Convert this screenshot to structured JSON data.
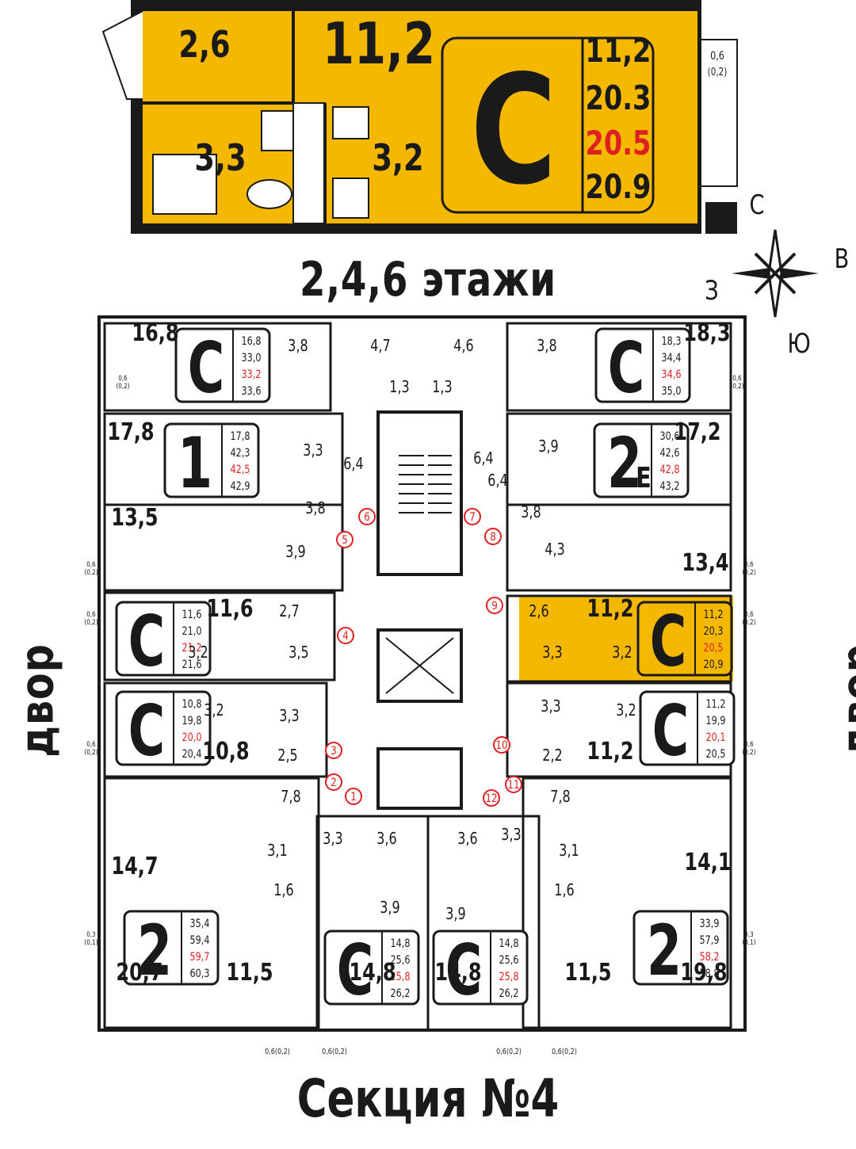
{
  "colors": {
    "highlight": "#f5b800",
    "wall": "#1a1a1a",
    "red_text": "#e02020"
  },
  "featured": {
    "type": "C",
    "rooms": {
      "hall": "2,6",
      "living": "11,2",
      "bath": "3,3",
      "kitchen": "3,2",
      "balcony": "0,6",
      "balcony_sub": "(0,2)"
    },
    "areas": [
      "11,2",
      "20.3",
      "20.5",
      "20.9"
    ]
  },
  "compass": {
    "north": "С",
    "east": "В",
    "west": "З",
    "south": "Ю"
  },
  "floor_title": "2,4,6 этажи",
  "section_title": "Секция №4",
  "yard": "двор",
  "apartments": [
    {
      "id": "a1",
      "type": "C",
      "areas": [
        "16,8",
        "33,0",
        "33,2",
        "33,6"
      ],
      "rooms": [
        "16,8",
        "3,8",
        "4,7",
        "1,3"
      ]
    },
    {
      "id": "a2",
      "type": "C",
      "areas": [
        "18,3",
        "34,4",
        "34,6",
        "35,0"
      ],
      "rooms": [
        "18,3",
        "3,8",
        "4,6",
        "1,3"
      ]
    },
    {
      "id": "a3",
      "type": "1",
      "areas": [
        "17,8",
        "42,3",
        "42,5",
        "42,9"
      ],
      "rooms": [
        "17,8",
        "3,3",
        "6,4",
        "13,5",
        "3,8",
        "3,9"
      ]
    },
    {
      "id": "a4",
      "type": "2",
      "type_suffix": "Е",
      "areas": [
        "30,6",
        "42,6",
        "42,8",
        "43,2"
      ],
      "rooms": [
        "17,2",
        "3,9",
        "6,4",
        "6,4",
        "3,8",
        "4,3",
        "13,4"
      ]
    },
    {
      "id": "a5",
      "type": "C",
      "areas": [
        "11,6",
        "21,0",
        "21,2",
        "21,6"
      ],
      "rooms": [
        "11,6",
        "2,7",
        "3,2",
        "3,5"
      ]
    },
    {
      "id": "a6",
      "type": "C",
      "areas": [
        "11,2",
        "20,3",
        "20,5",
        "20,9"
      ],
      "rooms": [
        "2,6",
        "11,2",
        "3,3",
        "3,2"
      ]
    },
    {
      "id": "a7",
      "type": "C",
      "areas": [
        "10,8",
        "19,8",
        "20,0",
        "20,4"
      ],
      "rooms": [
        "3,2",
        "3,3",
        "10,8",
        "2,5"
      ]
    },
    {
      "id": "a8",
      "type": "C",
      "areas": [
        "11,2",
        "19,9",
        "20,1",
        "20,5"
      ],
      "rooms": [
        "3,3",
        "3,2",
        "11,2",
        "2,2"
      ]
    },
    {
      "id": "a9",
      "type": "2",
      "areas": [
        "35,4",
        "59,4",
        "59,7",
        "60,3"
      ],
      "rooms": [
        "7,8",
        "14,7",
        "3,1",
        "3,3",
        "1,6",
        "20,7",
        "11,5"
      ]
    },
    {
      "id": "a10",
      "type": "2",
      "areas": [
        "33,9",
        "57,9",
        "58,2",
        "58,8"
      ],
      "rooms": [
        "7,8",
        "14,1",
        "3,1",
        "3,3",
        "1,6",
        "19,8",
        "11,5"
      ]
    },
    {
      "id": "a11",
      "type": "C",
      "areas": [
        "14,8",
        "25,6",
        "25,8",
        "26,2"
      ],
      "rooms": [
        "3,6",
        "3,9",
        "14,8"
      ]
    },
    {
      "id": "a12",
      "type": "C",
      "areas": [
        "14,8",
        "25,6",
        "25,8",
        "26,2"
      ],
      "rooms": [
        "3,6",
        "3,9",
        "14,8"
      ]
    }
  ],
  "door_numbers": [
    "1",
    "2",
    "3",
    "4",
    "5",
    "6",
    "7",
    "8",
    "9",
    "10",
    "11",
    "12"
  ],
  "balcony_labels": {
    "side": "0,6",
    "side_sub": "(0,2)",
    "small": "0,3",
    "small_sub": "(0,1)",
    "bottom": "0,6(0,2)"
  }
}
